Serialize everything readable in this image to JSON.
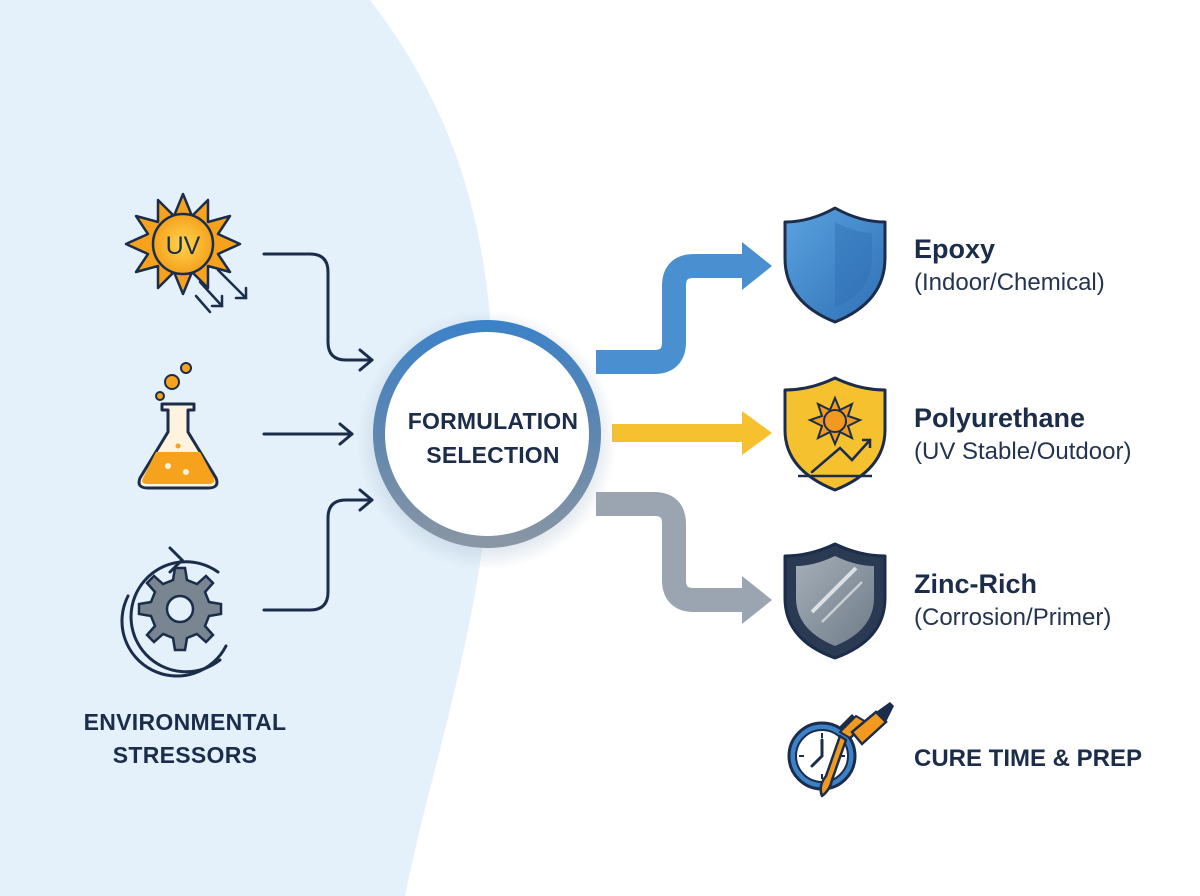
{
  "hub": {
    "line1": "FORMULATION",
    "line2": "SELECTION"
  },
  "stressors": {
    "caption_line1": "ENVIRONMENTAL",
    "caption_line2": "STRESSORS",
    "uv_badge": "UV",
    "icons": [
      "uv-sun-icon",
      "chemical-flask-icon",
      "gear-cycle-icon"
    ]
  },
  "outcomes": [
    {
      "title": "Epoxy",
      "subtitle": "(Indoor/Chemical)",
      "icon": "blue-shield-icon",
      "color": "#3b82c8"
    },
    {
      "title": "Polyurethane",
      "subtitle": "(UV Stable/Outdoor)",
      "icon": "yellow-sun-shield-icon",
      "color": "#f5c12e"
    },
    {
      "title": "Zinc-Rich",
      "subtitle": "(Corrosion/Primer)",
      "icon": "gray-shield-icon",
      "color": "#8a96a3"
    }
  ],
  "cure": {
    "label": "CURE TIME & PREP",
    "icon": "clock-brush-icon"
  },
  "colors": {
    "panel": "#e4f1fb",
    "navy": "#1b2d4a",
    "blue": "#3b82c8",
    "yellow": "#f5c12e",
    "gray": "#8a96a3",
    "orange": "#f29a1f"
  }
}
